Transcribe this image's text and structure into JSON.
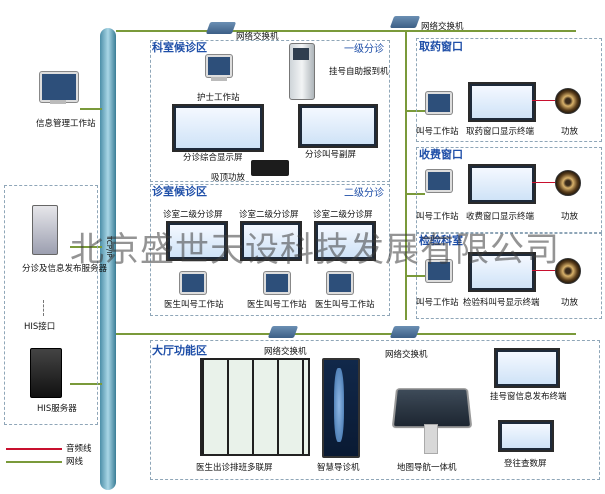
{
  "watermark": "北京盛世天设科技发展有限公司",
  "trunk_label": "TCP/IP",
  "switches": {
    "top_center": "网络交换机",
    "top_right": "网络交换机",
    "bottom_center": "网络交换机",
    "bottom_right": "网络交换机"
  },
  "left": {
    "info_workstation": "信息管理工作站",
    "publish_server": "分诊及信息发布服务器",
    "his_interface": "HIS接口",
    "his_server": "HIS服务器"
  },
  "zone_waiting": {
    "title": "科室候诊区",
    "level": "一级分诊",
    "nurse_station": "护士工作站",
    "kiosk": "挂号自助报到机",
    "combined_screen": "分诊综合显示屏",
    "secondary_screen": "分诊叫号副屏",
    "amplifier": "吸顶功放"
  },
  "zone_clinic": {
    "title": "诊室候诊区",
    "level": "二级分诊",
    "screens": [
      "诊室二级分诊屏",
      "诊室二级分诊屏",
      "诊室二级分诊屏"
    ],
    "stations": [
      "医生叫号工作站",
      "医生叫号工作站",
      "医生叫号工作站"
    ]
  },
  "windows": {
    "pharmacy": {
      "title": "取药窗口",
      "station": "叫号工作站",
      "terminal": "取药窗口显示终端",
      "amp": "功放"
    },
    "cashier": {
      "title": "收费窗口",
      "station": "叫号工作站",
      "terminal": "收费窗口显示终端",
      "amp": "功放"
    },
    "lab": {
      "title": "检验科室",
      "station": "叫号工作站",
      "terminal": "检验科叫号显示终端",
      "amp": "功放"
    }
  },
  "hall": {
    "title": "大厅功能区",
    "schedule_screen": "医生出诊排班多联屏",
    "smart_guide": "智慧导诊机",
    "map_kiosk": "地图导航一体机",
    "registration_info": "挂号窗信息发布终端",
    "waiting_query": "登往查数屏"
  },
  "legend": {
    "items": [
      {
        "label": "音频线",
        "color": "#c8102e"
      },
      {
        "label": "网线",
        "color": "#7a9a3a"
      }
    ]
  },
  "colors": {
    "network": "#7a9a3a",
    "audio": "#c8102e",
    "zone_title": "#1f4fa8"
  }
}
